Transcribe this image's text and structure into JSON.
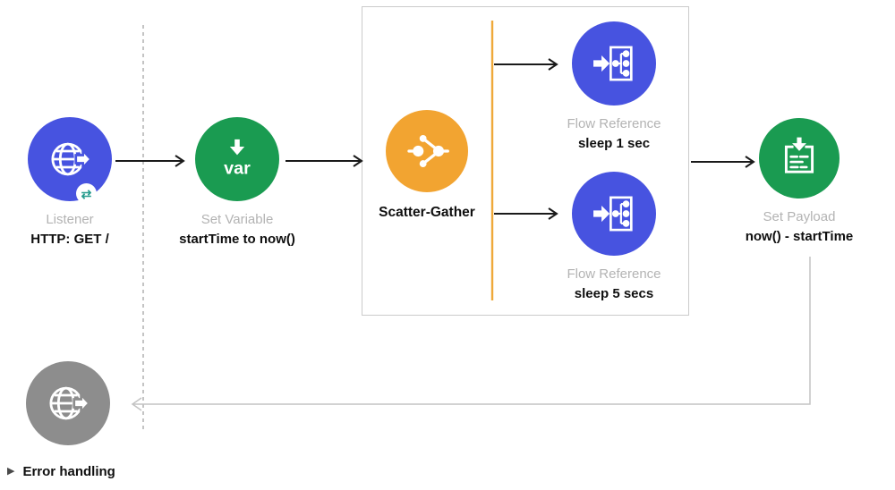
{
  "diagram": {
    "kind": "mule-flow"
  },
  "nodes": {
    "listener": {
      "title": "Listener",
      "subtitle": "HTTP: GET /",
      "icon": "globe-arrow-icon",
      "badge_icon": "swap-arrows-icon",
      "badge_glyph": "⇄"
    },
    "set_variable": {
      "title": "Set Variable",
      "subtitle": "startTime to now()",
      "icon": "download-arrow-var-icon",
      "icon_label": "var"
    },
    "scatter_gather": {
      "label": "Scatter-Gather",
      "icon": "scatter-gather-icon"
    },
    "flow_reference_1": {
      "title": "Flow Reference",
      "subtitle": "sleep 1 sec",
      "icon": "flow-reference-icon"
    },
    "flow_reference_2": {
      "title": "Flow Reference",
      "subtitle": "sleep 5 secs",
      "icon": "flow-reference-icon"
    },
    "set_payload": {
      "title": "Set Payload",
      "subtitle": "now() - startTime",
      "icon": "payload-document-icon"
    },
    "error_listener": {
      "icon": "globe-arrow-icon"
    }
  },
  "footer": {
    "error_handling_label": "Error handling",
    "expander_icon": "triangle-right-icon",
    "expander_glyph": "▶"
  },
  "colors": {
    "blue": "#4753e0",
    "green": "#1a9b51",
    "orange": "#f2a431",
    "gray_node": "#8d8d8d",
    "orange_line": "#efa93a",
    "arrow_black": "#1a1a1a",
    "connector_gray": "#c3c3c3",
    "dashed_gray": "#b5b5b5",
    "box_border": "#cbcbcb",
    "title_gray": "#b3b3b3",
    "badge_teal": "#2a9d8f"
  }
}
